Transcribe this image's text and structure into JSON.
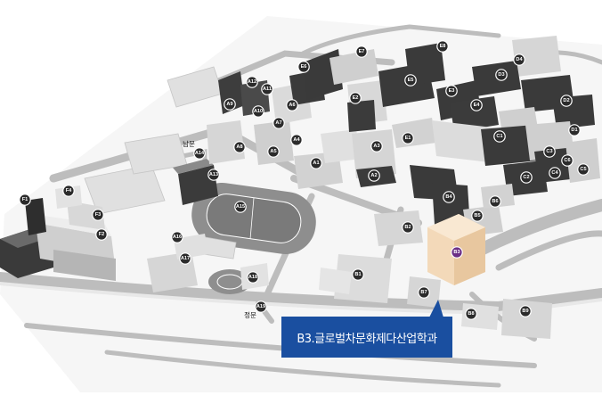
{
  "callout": {
    "label": "B3.글로벌차문화제다산업학과",
    "color": "#1a4fa0"
  },
  "highlight": {
    "code": "B3",
    "color": "#6b2f86",
    "building_tint": "#f3d9b9"
  },
  "gates": {
    "back_gate": "남문",
    "main_gate": "정문"
  },
  "markers": [
    "A1",
    "A2",
    "A3",
    "A4",
    "A5",
    "A6",
    "A7",
    "A8",
    "A9",
    "A10",
    "A11",
    "A12",
    "A13",
    "A14",
    "A15",
    "A16",
    "A17",
    "A18",
    "A19",
    "B1",
    "B2",
    "B3",
    "B4",
    "B5",
    "B6",
    "B7",
    "B8",
    "B9",
    "C1",
    "C2",
    "C3",
    "C4",
    "C5",
    "C6",
    "D1",
    "D2",
    "D3",
    "D4",
    "E1",
    "E2",
    "E3",
    "E4",
    "E5",
    "E6",
    "E7",
    "E8",
    "F1",
    "F2",
    "F3",
    "F4"
  ]
}
